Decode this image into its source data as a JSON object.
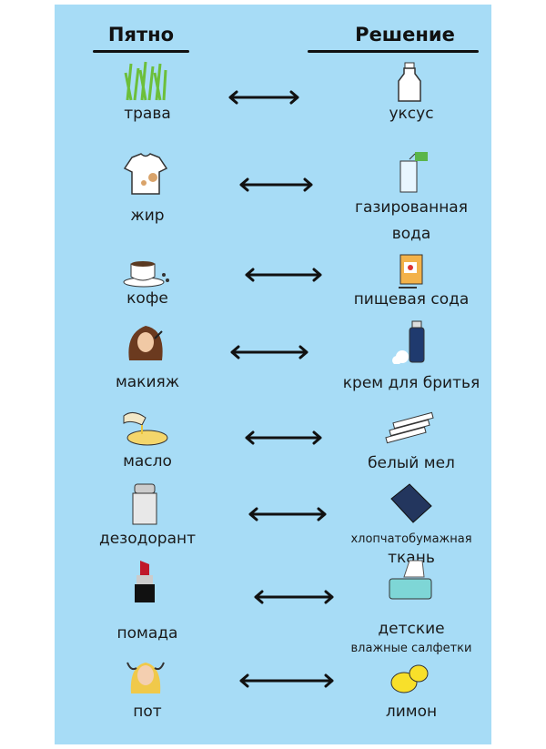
{
  "headers": {
    "stain": "Пятно",
    "solution": "Решение"
  },
  "rows": [
    {
      "stain": "трава",
      "stain_icon": "grass-icon",
      "solution": [
        "уксус"
      ],
      "solution_icon": "vinegar-bottle-icon"
    },
    {
      "stain": "жир",
      "stain_icon": "stained-shirt-icon",
      "solution": [
        "газированная",
        "вода"
      ],
      "solution_icon": "soda-water-glass-icon"
    },
    {
      "stain": "кофе",
      "stain_icon": "coffee-cup-icon",
      "solution": [
        "пищевая сода"
      ],
      "solution_icon": "baking-soda-box-icon"
    },
    {
      "stain": "макияж",
      "stain_icon": "woman-makeup-icon",
      "solution": [
        "крем для бритья"
      ],
      "solution_icon": "shaving-cream-icon"
    },
    {
      "stain": "масло",
      "stain_icon": "oil-bowl-icon",
      "solution": [
        "белый  мел"
      ],
      "solution_icon": "chalk-sticks-icon"
    },
    {
      "stain": "дезодорант",
      "stain_icon": "deodorant-icon",
      "solution": [
        "хлопчатобумажная",
        "ткань"
      ],
      "solution_icon": "cotton-cloth-icon"
    },
    {
      "stain": "помада",
      "stain_icon": "lipstick-icon",
      "solution": [
        "детские",
        "влажные салфетки"
      ],
      "solution_icon": "wet-wipes-box-icon"
    },
    {
      "stain": "пот",
      "stain_icon": "sweating-woman-icon",
      "solution": [
        "лимон"
      ],
      "solution_icon": "lemon-icon"
    }
  ],
  "colors": {
    "panel": "#a7dcf6",
    "text": "#1a1a1a"
  }
}
